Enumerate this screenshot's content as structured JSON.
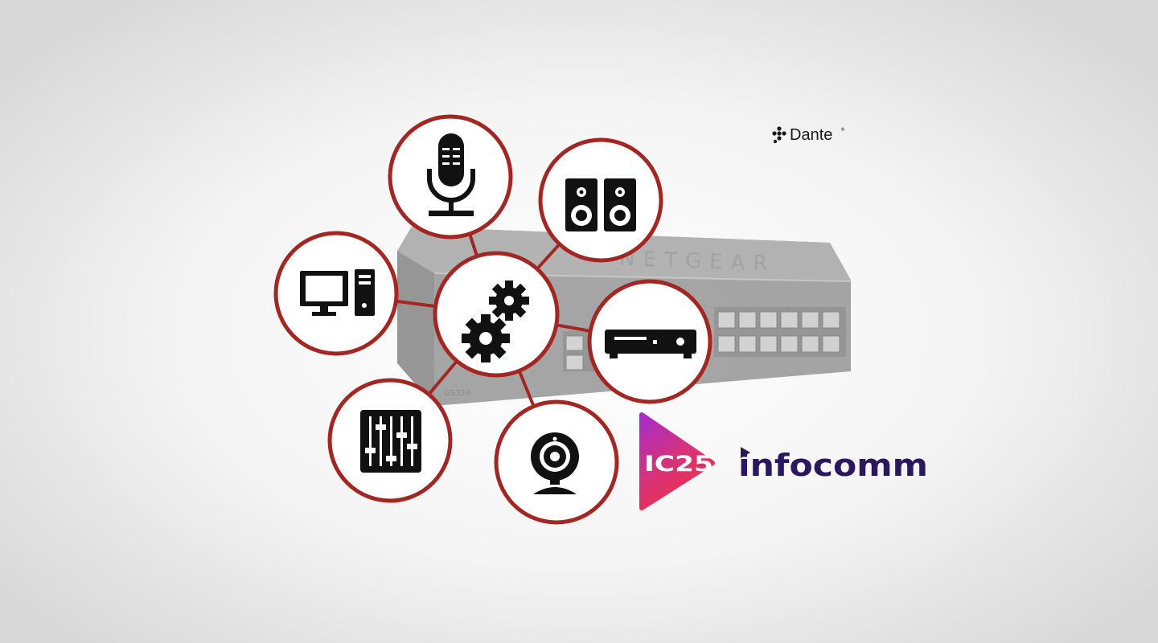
{
  "switch": {
    "brand": "NETGEAR",
    "model": "GS324"
  },
  "dante": {
    "logo_text": "Dante"
  },
  "event": {
    "badge_text": "IC25",
    "name": "infocomm"
  },
  "colors": {
    "ring": "#a32622",
    "connector": "#a32622",
    "icon": "#111111",
    "switch_body": "#8a8a8a",
    "badge_top": "#a62cc9",
    "badge_bottom": "#ef2f44",
    "infocomm": "#2a1760"
  },
  "nodes": [
    {
      "id": "gears",
      "icon": "gears-icon"
    },
    {
      "id": "microphone",
      "icon": "microphone-icon"
    },
    {
      "id": "speakers",
      "icon": "speaker-icon"
    },
    {
      "id": "computer",
      "icon": "computer-icon"
    },
    {
      "id": "media-player",
      "icon": "media-player-icon"
    },
    {
      "id": "mixer",
      "icon": "mixer-icon"
    },
    {
      "id": "webcam",
      "icon": "webcam-icon"
    }
  ]
}
